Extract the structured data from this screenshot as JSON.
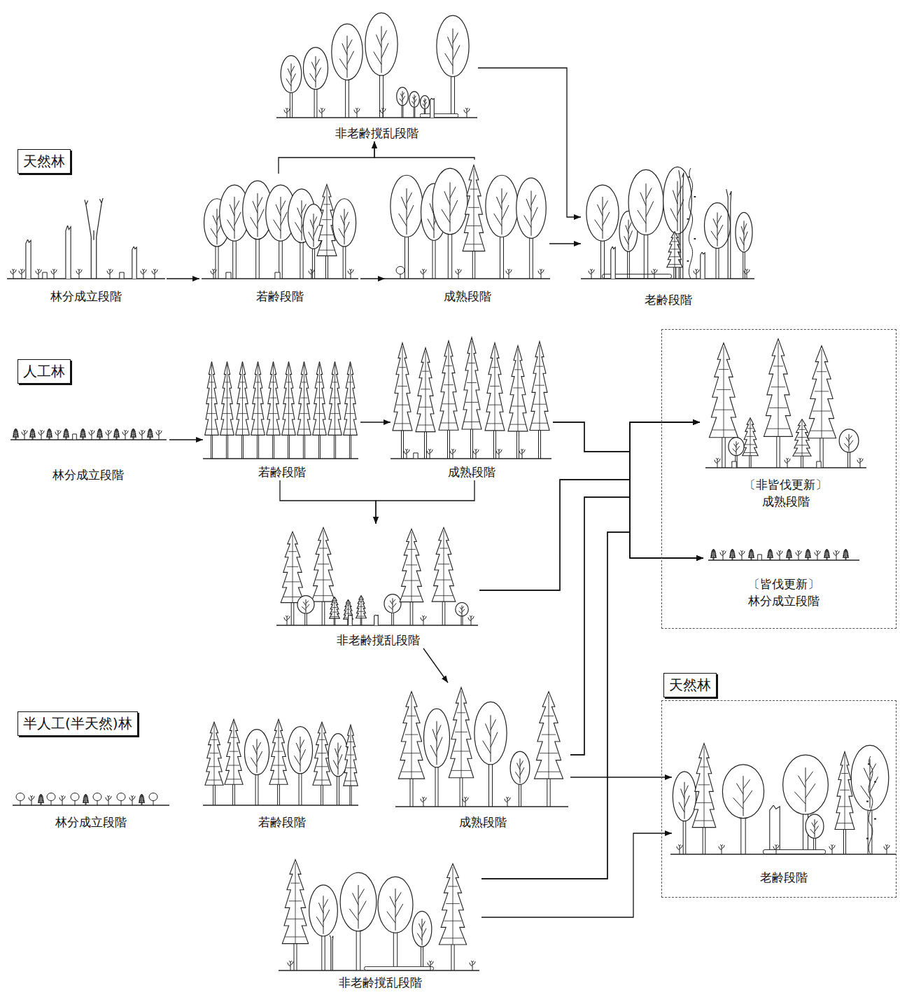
{
  "diagram": {
    "nodes": [
      {
        "text": [
          "天然林"
        ]
      },
      {
        "text": [
          "非老齢撹乱段階"
        ]
      },
      {
        "text": [
          "林分成立段階"
        ]
      },
      {
        "text": [
          "若齢段階"
        ]
      },
      {
        "text": [
          "成熟段階"
        ]
      },
      {
        "text": [
          "老齢段階"
        ]
      },
      {
        "text": [
          "人工林"
        ]
      },
      {
        "text": [
          "林分成立段階"
        ]
      },
      {
        "text": [
          "若齢段階"
        ]
      },
      {
        "text": [
          "成熟段階"
        ]
      },
      {
        "text": []
      },
      {
        "text": [
          "〔非皆伐更新〕",
          "成熟段階"
        ],
        "in": 10
      },
      {
        "text": [
          "〔皆伐更新〕",
          "林分成立段階"
        ],
        "in": 10
      },
      {
        "text": [
          "非老齢撹乱段階"
        ]
      },
      {
        "text": [
          "天然林"
        ]
      },
      {
        "text": [
          "老齢段階"
        ],
        "in": 14
      },
      {
        "text": [
          "半人工(半天然)林"
        ]
      },
      {
        "text": [
          "林分成立段階"
        ]
      },
      {
        "text": [
          "若齢段階"
        ]
      },
      {
        "text": [
          "成熟段階"
        ]
      },
      {
        "text": [
          "非老齢撹乱段階"
        ]
      }
    ],
    "edges": [
      {
        "from": 2,
        "to": 3,
        "arrow": "to"
      },
      {
        "from": 3,
        "to": 4,
        "arrow": "to"
      },
      {
        "from": 3,
        "to": 1,
        "arrow": "to"
      },
      {
        "from": 4,
        "to": 1,
        "arrow": "to"
      },
      {
        "from": 1,
        "to": 5,
        "arrow": "to"
      },
      {
        "from": 4,
        "to": 5,
        "arrow": "to"
      },
      {
        "from": 7,
        "to": 8,
        "arrow": "to"
      },
      {
        "from": 8,
        "to": 9,
        "arrow": "to"
      },
      {
        "from": 8,
        "to": 13,
        "arrow": "to"
      },
      {
        "from": 9,
        "to": 13,
        "arrow": "to"
      },
      {
        "from": 9,
        "to": 11,
        "arrow": "to"
      },
      {
        "from": 9,
        "to": 12,
        "arrow": "to"
      },
      {
        "from": 13,
        "to": 11,
        "arrow": "to"
      },
      {
        "from": 13,
        "to": 12,
        "arrow": "to"
      },
      {
        "from": 13,
        "to": 19,
        "arrow": "to"
      },
      {
        "from": 19,
        "to": 11,
        "arrow": "to"
      },
      {
        "from": 19,
        "to": 12,
        "arrow": "to"
      },
      {
        "from": 19,
        "to": 15,
        "arrow": "to"
      },
      {
        "from": 20,
        "to": 11,
        "arrow": "to"
      },
      {
        "from": 20,
        "to": 12,
        "arrow": "to"
      },
      {
        "from": 20,
        "to": 15,
        "arrow": "to"
      }
    ]
  }
}
